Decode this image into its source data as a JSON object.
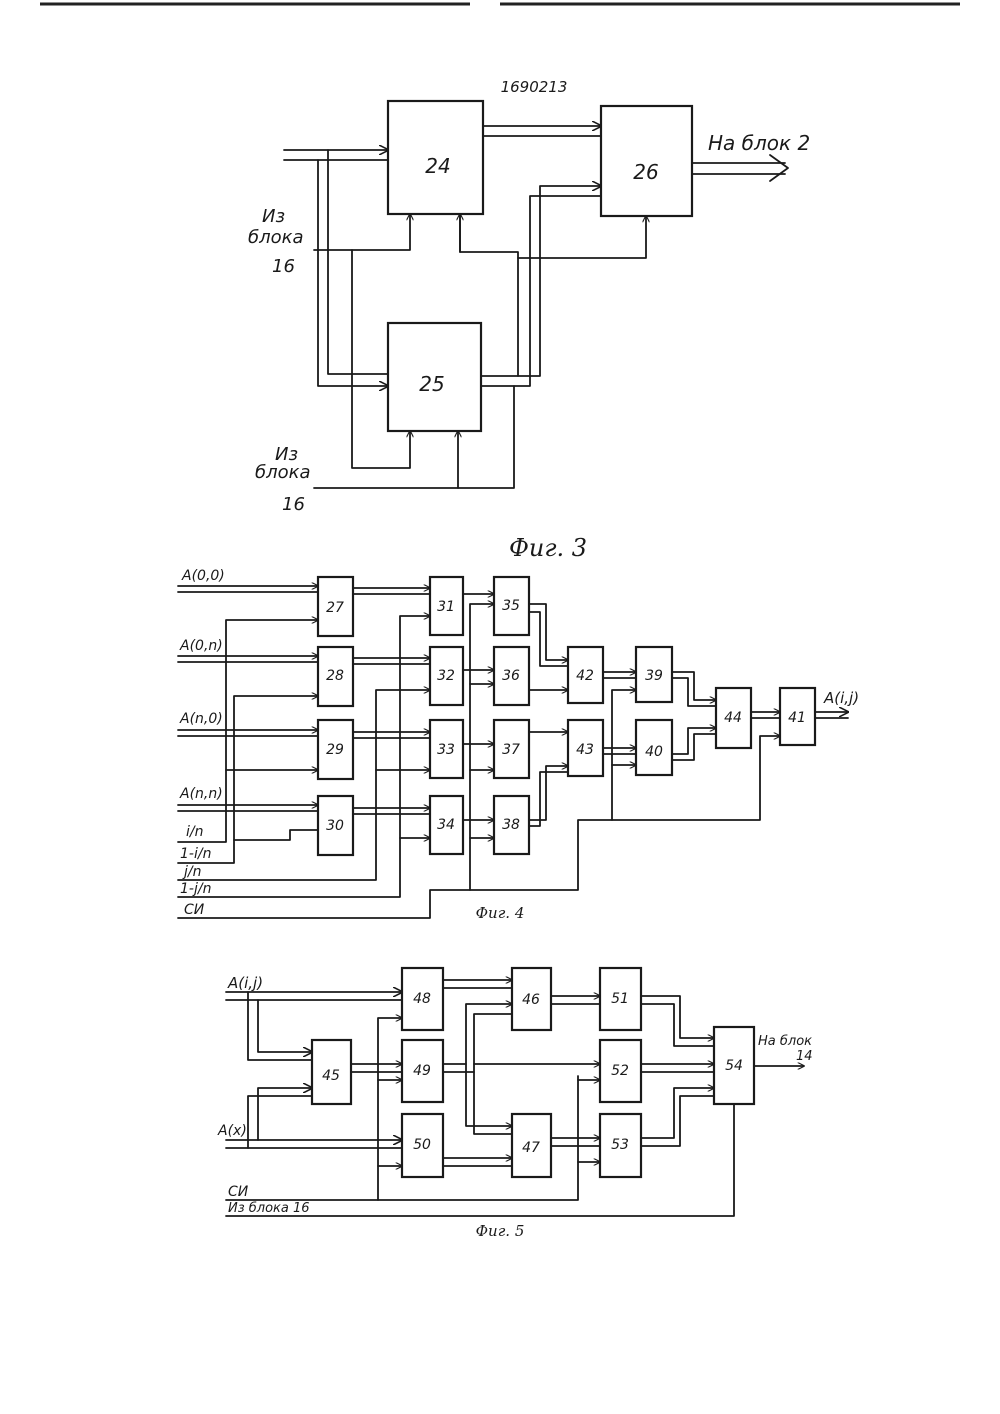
{
  "page": {
    "patent_number": "1690213"
  },
  "fig3": {
    "caption": "Фиг. 3",
    "blocks": {
      "b24": "24",
      "b25": "25",
      "b26": "26"
    },
    "output_label": "На блок 2",
    "input_top": [
      "Из",
      "блока",
      "16"
    ],
    "input_bottom": [
      "Из",
      "блока",
      "16"
    ]
  },
  "fig4": {
    "caption": "Фиг. 4",
    "blocks": {
      "b27": "27",
      "b28": "28",
      "b29": "29",
      "b30": "30",
      "b31": "31",
      "b32": "32",
      "b33": "33",
      "b34": "34",
      "b35": "35",
      "b36": "36",
      "b37": "37",
      "b38": "38",
      "b42": "42",
      "b43": "43",
      "b39": "39",
      "b40": "40",
      "b44": "44",
      "b41": "41"
    },
    "inputs": [
      "A(0,0)",
      "A(0,n)",
      "A(n,0)",
      "A(n,n)",
      "i/n",
      "1-i/n",
      "j/n",
      "1-j/n",
      "СИ"
    ],
    "output_label": "A(i,j)"
  },
  "fig5": {
    "caption": "Фиг. 5",
    "blocks": {
      "b48": "48",
      "b49": "49",
      "b50": "50",
      "b45": "45",
      "b46": "46",
      "b47": "47",
      "b51": "51",
      "b52": "52",
      "b53": "53",
      "b54": "54"
    },
    "inputs": [
      "A(i,j)",
      "A(x)",
      "СИ",
      "Из блока 16"
    ],
    "output_label": [
      "На блок",
      "14"
    ]
  }
}
